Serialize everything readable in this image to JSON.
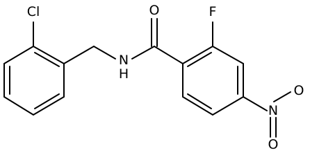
{
  "molecule": {
    "atoms": {
      "chlorine": "Cl",
      "amide_nitrogen": "N",
      "amide_hydrogen": "H",
      "carbonyl_oxygen": "O",
      "fluorine": "F",
      "nitro_nitrogen": "N",
      "nitro_oxygen_top": "O",
      "nitro_oxygen_bottom": "O"
    },
    "colors": {
      "bond": "#000000",
      "label": "#000000",
      "background": "#ffffff"
    }
  }
}
